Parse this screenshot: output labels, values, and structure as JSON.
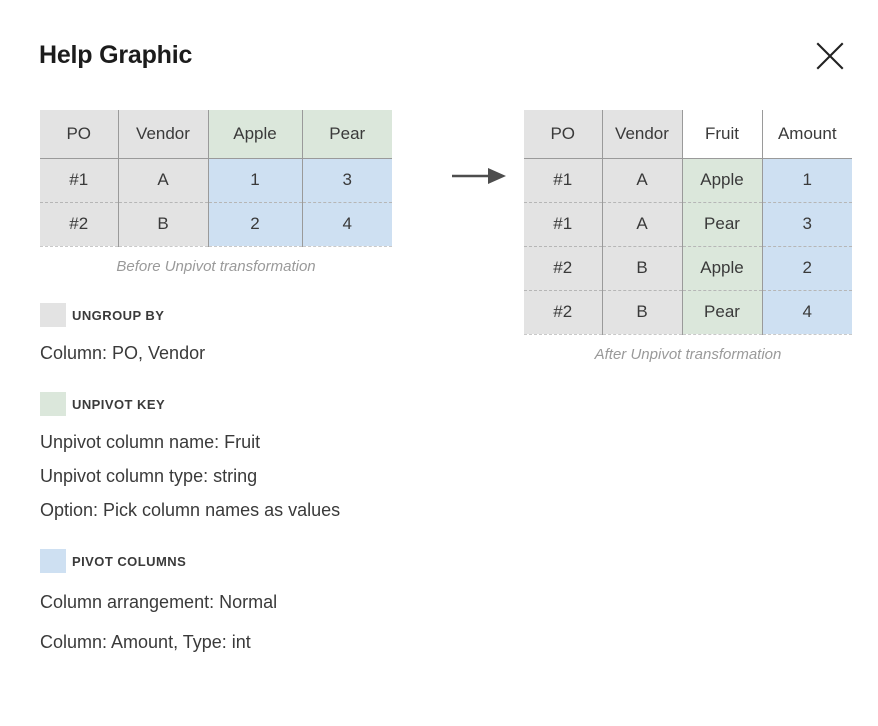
{
  "header": {
    "title": "Help Graphic",
    "close_icon": "close-icon"
  },
  "diagram": {
    "arrow_icon": "arrow-right-icon",
    "before": {
      "caption": "Before Unpivot transformation",
      "columns": [
        {
          "label": "PO",
          "header_color": "gray",
          "body_color": "gray"
        },
        {
          "label": "Vendor",
          "header_color": "gray",
          "body_color": "gray"
        },
        {
          "label": "Apple",
          "header_color": "green",
          "body_color": "blue"
        },
        {
          "label": "Pear",
          "header_color": "green",
          "body_color": "blue"
        }
      ],
      "rows": [
        [
          "#1",
          "A",
          "1",
          "3"
        ],
        [
          "#2",
          "B",
          "2",
          "4"
        ]
      ]
    },
    "after": {
      "caption": "After Unpivot transformation",
      "columns": [
        {
          "label": "PO",
          "header_color": "gray",
          "body_color": "gray"
        },
        {
          "label": "Vendor",
          "header_color": "gray",
          "body_color": "gray"
        },
        {
          "label": "Fruit",
          "header_color": "white",
          "body_color": "green"
        },
        {
          "label": "Amount",
          "header_color": "white",
          "body_color": "blue"
        }
      ],
      "rows": [
        [
          "#1",
          "A",
          "Apple",
          "1"
        ],
        [
          "#1",
          "A",
          "Pear",
          "3"
        ],
        [
          "#2",
          "B",
          "Apple",
          "2"
        ],
        [
          "#2",
          "B",
          "Pear",
          "4"
        ]
      ]
    }
  },
  "colors": {
    "gray": "#e3e3e3",
    "green": "#dbe7db",
    "blue": "#cee0f2",
    "white": "#ffffff",
    "text": "#3a3a3a",
    "caption": "#9a9a9a"
  },
  "details": {
    "groups": [
      {
        "key": "ungroup-by",
        "swatch_color": "gray",
        "label": "UNGROUP BY",
        "lines": [
          "Column: PO, Vendor"
        ]
      },
      {
        "key": "unpivot-key",
        "swatch_color": "green",
        "label": "UNPIVOT KEY",
        "lines": [
          "Unpivot column name: Fruit",
          "Unpivot column type: string",
          "Option: Pick column names as values"
        ]
      },
      {
        "key": "pivot-columns",
        "swatch_color": "blue",
        "label": "PIVOT COLUMNS",
        "lines": [
          "Column arrangement: Normal",
          "Column: Amount, Type: int"
        ]
      }
    ]
  }
}
